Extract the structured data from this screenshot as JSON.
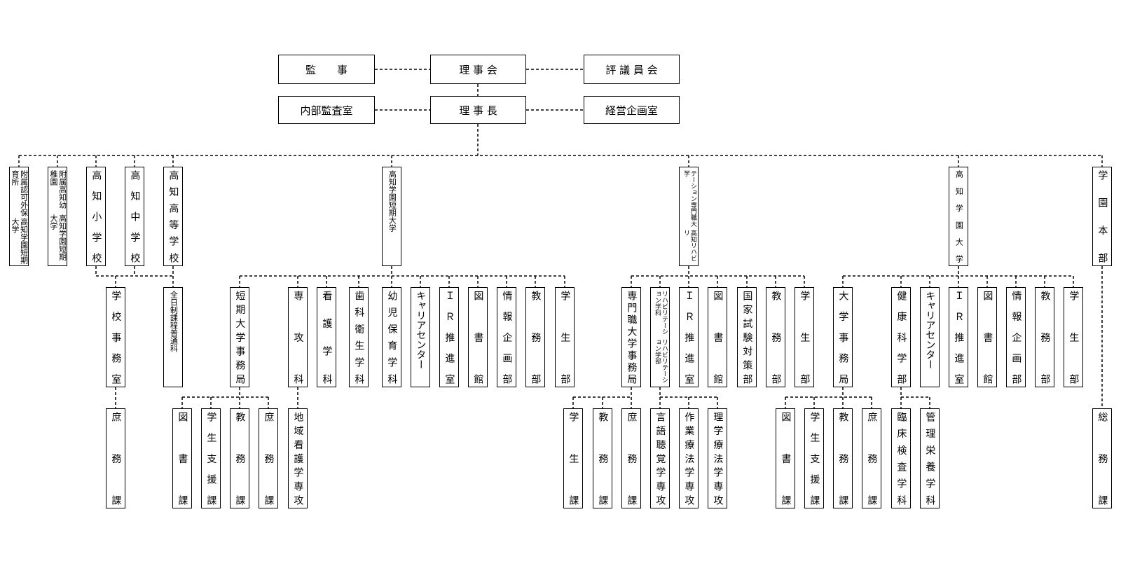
{
  "top": {
    "kanji": "監　　事",
    "rijikai": "理 事 会",
    "hyogiin": "評 議 員 会",
    "naibu": "内部監査室",
    "rijicho": "理 事 長",
    "keiei": "経営企画室"
  },
  "level1": {
    "hoikusho": [
      "高知学園短期大学",
      "附属認可外保育所"
    ],
    "yochien": [
      "高知学園短期大学",
      "附属高知幼稚園"
    ],
    "shogakko": "高知小学校",
    "chugakko": "高知中学校",
    "kotogakko": "高知高等学校",
    "tandai": "高知学園短期大学",
    "rehab": [
      "高知リハビリ",
      "テーション専門職大学"
    ],
    "daigaku": "高知学園大学",
    "honbu": "学園本部"
  },
  "school": {
    "jimushitsu": "学校事務室",
    "zennichi": "全日制課程普通科",
    "shomu": "庶務課"
  },
  "tandai_units": {
    "jimukyoku": "短期大学事務局",
    "senkoka": "専攻科",
    "kango": "看護学科",
    "shika": "歯科衛生学科",
    "yoji": "幼児保育学科",
    "career": "キャリアセンター",
    "ir": "ＩＲ推進室",
    "tosho": "図書館",
    "joho": "情報企画部",
    "kyomu": "教務部",
    "gakusei": "学生部"
  },
  "tandai_sub": {
    "tosho": "図書課",
    "shien": "学生支援課",
    "kyomu": "教務課",
    "shomu": "庶務課",
    "chiiki": "地域看護学専攻"
  },
  "rehab_units": {
    "jimukyoku": "専門職大学事務局",
    "gakubu": "リハビリテーション学部",
    "gakka": "リハビリテーション学科",
    "ir": "ＩＲ推進室",
    "tosho": "図書館",
    "kokushi": "国家試験対策部",
    "kyomu": "教務部",
    "gakusei": "学生部"
  },
  "rehab_sub": {
    "gakusei": "学生課",
    "kyomu": "教務課",
    "shomu": "庶務課",
    "gengo": "言語聴覚学専攻",
    "sagyo": "作業療法学専攻",
    "rigaku": "理学療法学専攻"
  },
  "daigaku_units": {
    "jimukyoku": "大学事務局",
    "kenko": "健康科学部",
    "career": "キャリアセンター",
    "ir": "ＩＲ推進室",
    "tosho": "図書館",
    "joho": "情報企画部",
    "kyomu": "教務部",
    "gakusei": "学生部"
  },
  "daigaku_sub": {
    "tosho": "図書課",
    "shien": "学生支援課",
    "kyomu": "教務課",
    "shomu": "庶務課",
    "rinsho": "臨床検査学科",
    "kanri": "管理栄養学科"
  },
  "honbu_sub": {
    "somu": "総務課"
  }
}
